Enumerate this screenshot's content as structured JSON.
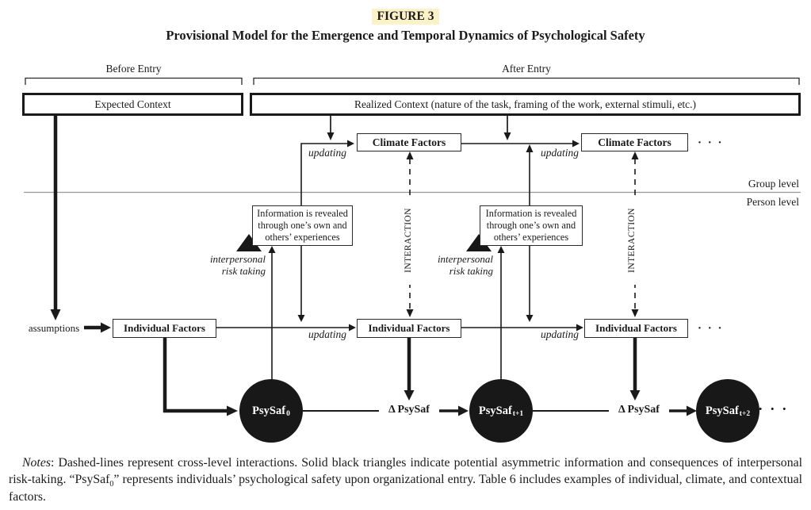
{
  "title": {
    "figure_label": "FIGURE 3",
    "subtitle": "Provisional Model for the Emergence and Temporal Dynamics of Psychological Safety"
  },
  "timeline": {
    "before_entry": "Before Entry",
    "after_entry": "After Entry"
  },
  "context": {
    "expected": "Expected Context",
    "realized": "Realized Context (nature of the task, framing of the work, external stimuli, etc.)"
  },
  "levels": {
    "group": "Group level",
    "person": "Person level"
  },
  "climate": {
    "box1": "Climate Factors",
    "box2": "Climate Factors",
    "ellipsis": "· · ·"
  },
  "individual": {
    "box1": "Individual Factors",
    "box2": "Individual Factors",
    "box3": "Individual Factors",
    "ellipsis": "· · ·"
  },
  "information": {
    "box1": [
      "Information is revealed",
      "through one’s own and",
      "others’ experiences"
    ],
    "box2": [
      "Information is revealed",
      "through one’s own and",
      "others’ experiences"
    ]
  },
  "labels": {
    "updating_top1": "updating",
    "updating_top2": "updating",
    "updating_bottom1": "updating",
    "updating_bottom2": "updating",
    "interaction1": "INTERACTION",
    "interaction2": "INTERACTION",
    "assumptions": "assumptions",
    "risk_taking1": [
      "interpersonal",
      "risk taking"
    ],
    "risk_taking2": [
      "interpersonal",
      "risk taking"
    ]
  },
  "psysaf": {
    "c0": {
      "main": "PsySaf",
      "sub": "0"
    },
    "c1": {
      "main": "PsySaf",
      "sub": "t+1"
    },
    "c2": {
      "main": "PsySaf",
      "sub": "t+2"
    },
    "delta1": "Δ PsySaf",
    "delta2": "Δ PsySaf",
    "ellipsis": "· · ·"
  },
  "notes": {
    "label": "Notes",
    "text1": ": Dashed-lines represent cross-level interactions. Solid black triangles indicate potential asymmetric information and consequences of interpersonal risk-taking. “PsySaf",
    "sub": "0",
    "text2": "” represents individuals’ psychological safety upon organizational entry. Table 6 includes examples of individual, climate, and contextual factors."
  },
  "colors": {
    "highlight": "#fbf2c8",
    "line": "#1a1a1a",
    "divider": "#999999"
  }
}
